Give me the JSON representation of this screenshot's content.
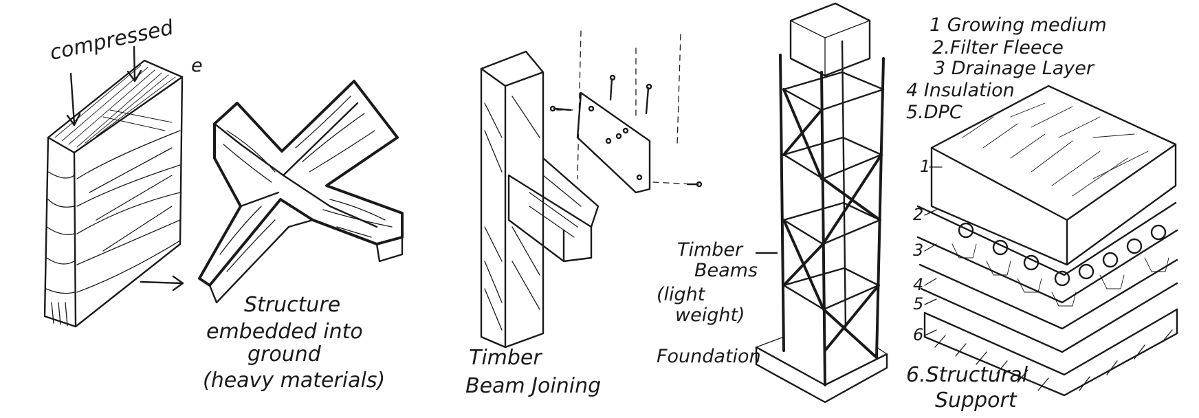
{
  "sketch_1": {
    "label": "compressed",
    "mark": "e"
  },
  "sketch_2": {
    "caption_lines": [
      "Structure",
      "embedded into",
      "ground",
      "(heavy materials)"
    ]
  },
  "sketch_3": {
    "caption_lines": [
      "Timber",
      "Beam Joining"
    ]
  },
  "sketch_4": {
    "beams_label_lines": [
      "Timber",
      "Beams",
      "(light",
      "weight)"
    ],
    "foundation_label": "Foundation"
  },
  "sketch_5": {
    "legend": [
      "1 Growing medium",
      "2.Filter Fleece",
      "3 Drainage Layer",
      "4 Insulation",
      "5.DPC"
    ],
    "layer_markers": [
      "1",
      "2",
      "3",
      "4",
      "5",
      "6"
    ],
    "bottom_label_lines": [
      "6.Structural",
      "Support"
    ]
  }
}
